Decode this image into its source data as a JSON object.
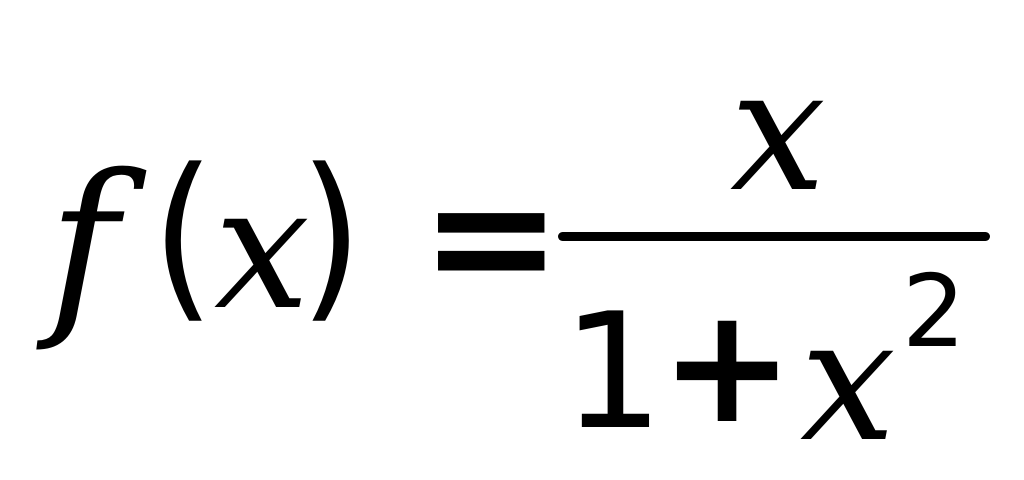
{
  "formula": {
    "function_name": "f",
    "left_paren": "(",
    "argument": "x",
    "right_paren": ")",
    "equals": "=",
    "numerator": "x",
    "denominator": {
      "constant": "1",
      "operator": "+",
      "variable": "x",
      "exponent": "2"
    }
  }
}
